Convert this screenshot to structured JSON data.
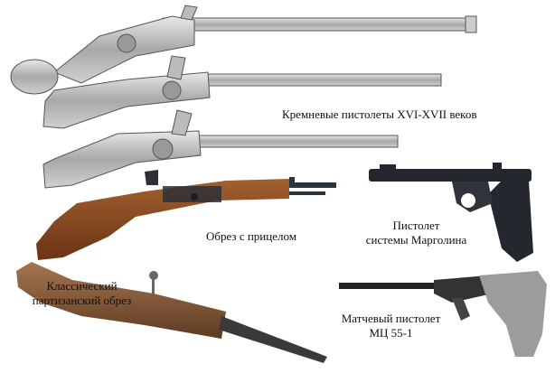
{
  "captions": {
    "flintlocks": "Кремневые пистолеты XVI-XVII веков",
    "scoped_obrez": "Обрез с прицелом",
    "margolin_line1": "Пистолет",
    "margolin_line2": "системы Марголина",
    "partisan_line1": "Классический",
    "partisan_line2": "партизанский обрез",
    "match_line1": "Матчевый пистолет",
    "match_line2": "МЦ 55-1"
  },
  "colors": {
    "engraving": "#9a9a9a",
    "wood": "#8a4a22",
    "steel_dark": "#23262c",
    "match_grip": "#9c9c9c"
  }
}
